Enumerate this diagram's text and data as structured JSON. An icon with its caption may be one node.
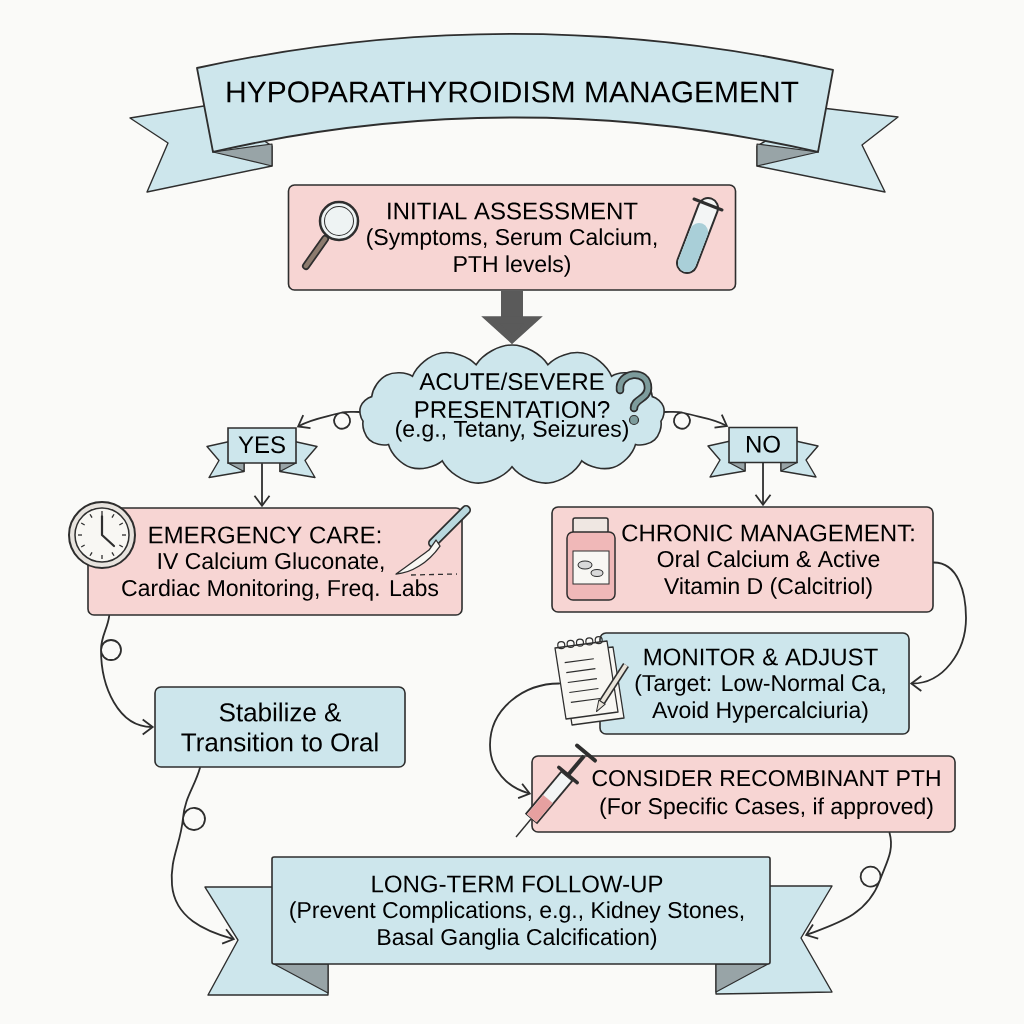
{
  "diagram": {
    "title": "HYPOPARATHYROIDISM MANAGEMENT",
    "nodes": [
      {
        "text": [
          "INITIAL ASSESSMENT",
          "(Symptoms, Serum Calcium, PTH levels)"
        ]
      },
      {
        "text": [
          "ACUTE/SEVERE PRESENTATION?",
          "(e.g., Tetany, Seizures)"
        ]
      },
      {
        "text": [
          "YES"
        ]
      },
      {
        "text": [
          "NO"
        ]
      },
      {
        "text": [
          "EMERGENCY CARE:",
          "IV Calcium Gluconate, Cardiac Monitoring, Freq. Labs"
        ]
      },
      {
        "text": [
          "CHRONIC MANAGEMENT:",
          "Oral Calcium & Active Vitamin D (Calcitriol)"
        ]
      },
      {
        "text": [
          "Stabilize & Transition to Oral"
        ]
      },
      {
        "text": [
          "MONITOR & ADJUST",
          "(Target: Low-Normal Ca, Avoid Hypercalciuria)"
        ]
      },
      {
        "text": [
          "CONSIDER RECOMBINANT PTH",
          "(For Specific Cases, if approved)"
        ]
      },
      {
        "text": [
          "LONG-TERM FOLLOW-UP",
          "(Prevent Complications, e.g., Kidney Stones, Basal Ganglia Calcification)"
        ]
      }
    ],
    "edges": [
      {
        "from": 0,
        "to": 1,
        "arrow": "to",
        "style": "thick",
        "color": "#5a5a5a"
      },
      {
        "from": 1,
        "to": 2,
        "arrow": "to"
      },
      {
        "from": 1,
        "to": 3,
        "arrow": "to"
      },
      {
        "from": 2,
        "to": 4,
        "arrow": "to"
      },
      {
        "from": 3,
        "to": 5,
        "arrow": "to"
      },
      {
        "from": 4,
        "to": 6,
        "arrow": "to"
      },
      {
        "from": 5,
        "to": 7,
        "arrow": "to"
      },
      {
        "from": 7,
        "to": 8,
        "arrow": "to"
      },
      {
        "from": 6,
        "to": 9,
        "arrow": "to"
      },
      {
        "from": 8,
        "to": 9,
        "arrow": "to"
      }
    ]
  }
}
